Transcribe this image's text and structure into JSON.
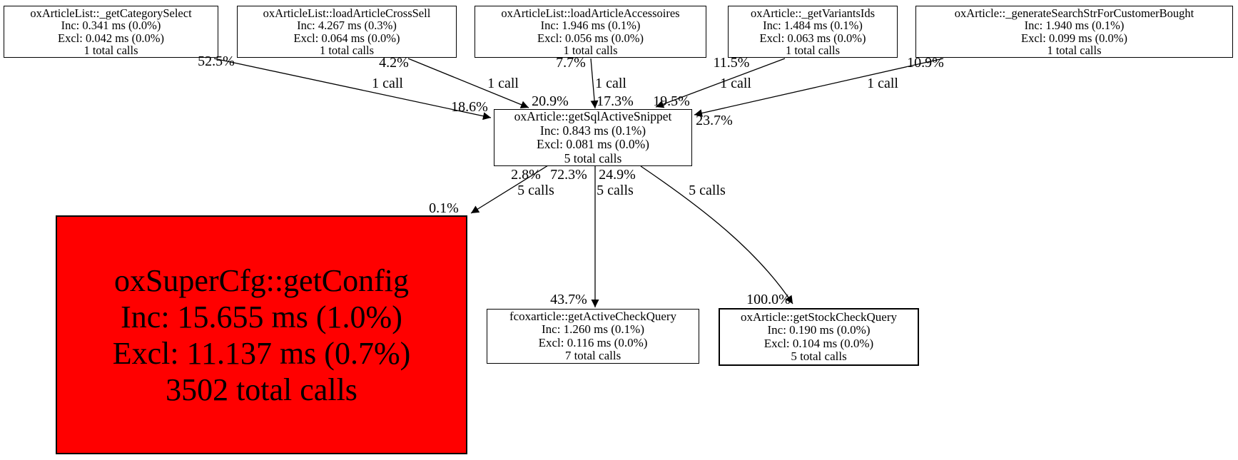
{
  "diagram": {
    "type": "profiler-call-graph",
    "background_color": "#ffffff",
    "hotspot_color": "#ff0000",
    "node_border_color": "#000000",
    "nodes": [
      {
        "id": "oxArticleList::_getCategorySelect",
        "title": "oxArticleList::_getCategorySelect",
        "inc": "Inc: 0.341 ms (0.0%)",
        "excl": "Excl: 0.042 ms (0.0%)",
        "calls": "1 total calls"
      },
      {
        "id": "oxArticleList::loadArticleCrossSell",
        "title": "oxArticleList::loadArticleCrossSell",
        "inc": "Inc: 4.267 ms (0.3%)",
        "excl": "Excl: 0.064 ms (0.0%)",
        "calls": "1 total calls"
      },
      {
        "id": "oxArticleList::loadArticleAccessoires",
        "title": "oxArticleList::loadArticleAccessoires",
        "inc": "Inc: 1.946 ms (0.1%)",
        "excl": "Excl: 0.056 ms (0.0%)",
        "calls": "1 total calls"
      },
      {
        "id": "oxArticle::_getVariantsIds",
        "title": "oxArticle::_getVariantsIds",
        "inc": "Inc: 1.484 ms (0.1%)",
        "excl": "Excl: 0.063 ms (0.0%)",
        "calls": "1 total calls"
      },
      {
        "id": "oxArticle::_generateSearchStrForCustomerBought",
        "title": "oxArticle::_generateSearchStrForCustomerBought",
        "inc": "Inc: 1.940 ms (0.1%)",
        "excl": "Excl: 0.099 ms (0.0%)",
        "calls": "1 total calls"
      },
      {
        "id": "oxArticle::getSqlActiveSnippet",
        "title": "oxArticle::getSqlActiveSnippet",
        "inc": "Inc: 0.843 ms (0.1%)",
        "excl": "Excl: 0.081 ms (0.0%)",
        "calls": "5 total calls"
      },
      {
        "id": "oxSuperCfg::getConfig",
        "title": "oxSuperCfg::getConfig",
        "inc": "Inc: 15.655 ms (1.0%)",
        "excl": "Excl: 11.137 ms (0.7%)",
        "calls": "3502 total calls"
      },
      {
        "id": "fcoxarticle::getActiveCheckQuery",
        "title": "fcoxarticle::getActiveCheckQuery",
        "inc": "Inc: 1.260 ms (0.1%)",
        "excl": "Excl: 0.116 ms (0.0%)",
        "calls": "7 total calls"
      },
      {
        "id": "oxArticle::getStockCheckQuery",
        "title": "oxArticle::getStockCheckQuery",
        "inc": "Inc: 0.190 ms (0.0%)",
        "excl": "Excl: 0.104 ms (0.0%)",
        "calls": "5 total calls"
      }
    ],
    "edges": [
      {
        "from": "oxArticleList::_getCategorySelect",
        "to": "oxArticle::getSqlActiveSnippet",
        "source_pct": "52.5%",
        "calls": "1 call",
        "target_pct": "18.6%"
      },
      {
        "from": "oxArticleList::loadArticleCrossSell",
        "to": "oxArticle::getSqlActiveSnippet",
        "source_pct": "4.2%",
        "calls": "1 call",
        "target_pct": "20.9%"
      },
      {
        "from": "oxArticleList::loadArticleAccessoires",
        "to": "oxArticle::getSqlActiveSnippet",
        "source_pct": "7.7%",
        "calls": "1 call",
        "target_pct": "17.3%"
      },
      {
        "from": "oxArticle::_getVariantsIds",
        "to": "oxArticle::getSqlActiveSnippet",
        "source_pct": "11.5%",
        "calls": "1 call",
        "target_pct": "19.5%"
      },
      {
        "from": "oxArticle::_generateSearchStrForCustomerBought",
        "to": "oxArticle::getSqlActiveSnippet",
        "source_pct": "10.9%",
        "calls": "1 call",
        "target_pct": "23.7%"
      },
      {
        "from": "oxArticle::getSqlActiveSnippet",
        "to": "oxSuperCfg::getConfig",
        "source_pct": "2.8%",
        "calls": "5 calls",
        "target_pct": "0.1%"
      },
      {
        "from": "oxArticle::getSqlActiveSnippet",
        "to": "fcoxarticle::getActiveCheckQuery",
        "source_pct": "72.3%",
        "calls": "5 calls",
        "target_pct": "43.7%"
      },
      {
        "from": "oxArticle::getSqlActiveSnippet",
        "to": "oxArticle::getStockCheckQuery",
        "source_pct": "24.9%",
        "calls": "5 calls",
        "target_pct": "100.0%"
      }
    ]
  }
}
